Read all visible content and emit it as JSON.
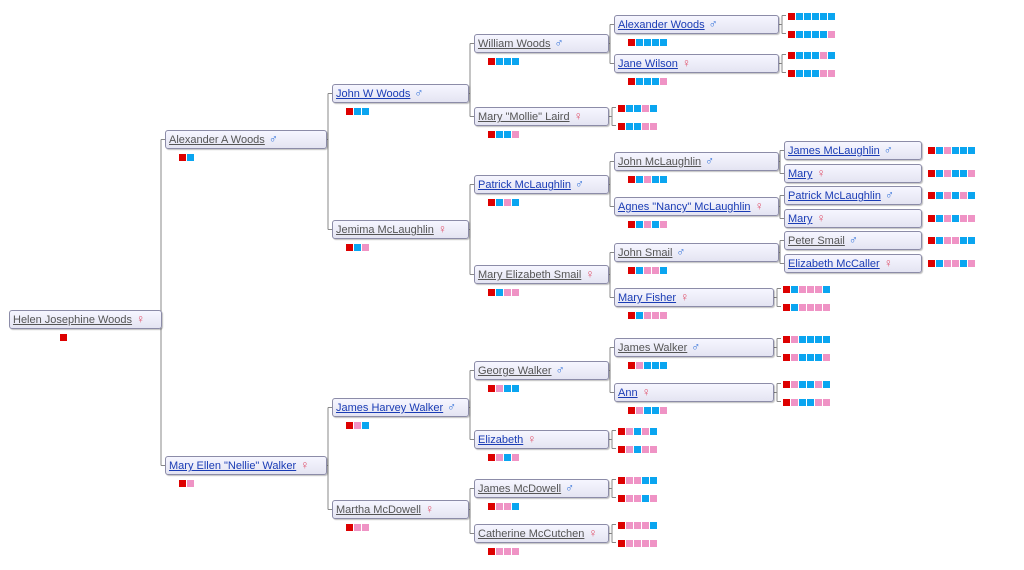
{
  "colors": {
    "red": "#dd0000",
    "blue": "#0aa5f0",
    "pink": "#ef93c5",
    "line": "#888888"
  },
  "persons": [
    {
      "id": "p0",
      "name": "Helen Josephine Woods",
      "sex": "female",
      "style": "dead",
      "squares": [
        "red"
      ]
    },
    {
      "id": "p1",
      "name": "Alexander A Woods",
      "sex": "male",
      "style": "dead",
      "squares": [
        "red",
        "blue"
      ]
    },
    {
      "id": "p2",
      "name": "Mary Ellen \"Nellie\" Walker",
      "sex": "female",
      "style": "live",
      "squares": [
        "red",
        "pink"
      ]
    },
    {
      "id": "p3",
      "name": "John W Woods",
      "sex": "male",
      "style": "live",
      "squares": [
        "red",
        "blue",
        "blue"
      ]
    },
    {
      "id": "p4",
      "name": "Jemima McLaughlin",
      "sex": "female",
      "style": "dead",
      "squares": [
        "red",
        "blue",
        "pink"
      ]
    },
    {
      "id": "p5",
      "name": "James Harvey Walker",
      "sex": "male",
      "style": "live",
      "squares": [
        "red",
        "pink",
        "blue"
      ]
    },
    {
      "id": "p6",
      "name": "Martha McDowell",
      "sex": "female",
      "style": "dead",
      "squares": [
        "red",
        "pink",
        "pink"
      ]
    },
    {
      "id": "p7",
      "name": "William Woods",
      "sex": "male",
      "style": "dead",
      "squares": [
        "red",
        "blue",
        "blue",
        "blue"
      ]
    },
    {
      "id": "p8",
      "name": "Mary \"Mollie\" Laird",
      "sex": "female",
      "style": "dead",
      "squares": [
        "red",
        "blue",
        "blue",
        "pink"
      ]
    },
    {
      "id": "p9",
      "name": "Patrick McLaughlin",
      "sex": "male",
      "style": "live",
      "squares": [
        "red",
        "blue",
        "pink",
        "blue"
      ]
    },
    {
      "id": "p10",
      "name": "Mary Elizabeth Smail",
      "sex": "female",
      "style": "dead",
      "squares": [
        "red",
        "blue",
        "pink",
        "pink"
      ]
    },
    {
      "id": "p11",
      "name": "George Walker",
      "sex": "male",
      "style": "dead",
      "squares": [
        "red",
        "pink",
        "blue",
        "blue"
      ]
    },
    {
      "id": "p12",
      "name": "Elizabeth",
      "sex": "female",
      "style": "live",
      "squares": [
        "red",
        "pink",
        "blue",
        "pink"
      ]
    },
    {
      "id": "p13",
      "name": "James McDowell",
      "sex": "male",
      "style": "dead",
      "squares": [
        "red",
        "pink",
        "pink",
        "blue"
      ]
    },
    {
      "id": "p14",
      "name": "Catherine McCutchen",
      "sex": "female",
      "style": "dead",
      "squares": [
        "red",
        "pink",
        "pink",
        "pink"
      ]
    },
    {
      "id": "p15",
      "name": "Alexander Woods",
      "sex": "male",
      "style": "live",
      "squares": [
        "red",
        "blue",
        "blue",
        "blue",
        "blue"
      ]
    },
    {
      "id": "p16",
      "name": "Jane Wilson",
      "sex": "female",
      "style": "live",
      "squares": [
        "red",
        "blue",
        "blue",
        "blue",
        "pink"
      ]
    },
    {
      "id": "p17",
      "name": "John McLaughlin",
      "sex": "male",
      "style": "dead",
      "squares": [
        "red",
        "blue",
        "pink",
        "blue",
        "blue"
      ]
    },
    {
      "id": "p18",
      "name": "Agnes \"Nancy\" McLaughlin",
      "sex": "female",
      "style": "live",
      "squares": [
        "red",
        "blue",
        "pink",
        "blue",
        "pink"
      ]
    },
    {
      "id": "p19",
      "name": "John Smail",
      "sex": "male",
      "style": "dead",
      "squares": [
        "red",
        "blue",
        "pink",
        "pink",
        "blue"
      ]
    },
    {
      "id": "p20",
      "name": "Mary Fisher",
      "sex": "female",
      "style": "live",
      "squares": [
        "red",
        "blue",
        "pink",
        "pink",
        "pink"
      ]
    },
    {
      "id": "p21",
      "name": "James Walker",
      "sex": "male",
      "style": "dead",
      "squares": [
        "red",
        "pink",
        "blue",
        "blue",
        "blue"
      ]
    },
    {
      "id": "p22",
      "name": "Ann",
      "sex": "female",
      "style": "live",
      "squares": [
        "red",
        "pink",
        "blue",
        "blue",
        "pink"
      ]
    },
    {
      "id": "p23",
      "name": "James McLaughlin",
      "sex": "male",
      "style": "live",
      "squares": [
        "red",
        "blue",
        "pink",
        "blue",
        "blue",
        "blue"
      ]
    },
    {
      "id": "p24",
      "name": "Mary",
      "sex": "female",
      "style": "live",
      "squares": [
        "red",
        "blue",
        "pink",
        "blue",
        "blue",
        "pink"
      ]
    },
    {
      "id": "p25",
      "name": "Patrick McLaughlin",
      "sex": "male",
      "style": "live",
      "squares": [
        "red",
        "blue",
        "pink",
        "blue",
        "pink",
        "blue"
      ]
    },
    {
      "id": "p26",
      "name": "Mary",
      "sex": "female",
      "style": "live",
      "squares": [
        "red",
        "blue",
        "pink",
        "blue",
        "pink",
        "pink"
      ]
    },
    {
      "id": "p27",
      "name": "Peter Smail",
      "sex": "male",
      "style": "dead",
      "squares": [
        "red",
        "blue",
        "pink",
        "pink",
        "blue",
        "blue"
      ]
    },
    {
      "id": "p28",
      "name": "Elizabeth McCaller",
      "sex": "female",
      "style": "live",
      "squares": [
        "red",
        "blue",
        "pink",
        "pink",
        "blue",
        "pink"
      ]
    }
  ],
  "empty_parents": [
    {
      "child": "p15",
      "squares": [
        [
          "red",
          "blue",
          "blue",
          "blue",
          "blue",
          "blue"
        ],
        [
          "red",
          "blue",
          "blue",
          "blue",
          "blue",
          "pink"
        ]
      ]
    },
    {
      "child": "p16",
      "squares": [
        [
          "red",
          "blue",
          "blue",
          "blue",
          "pink",
          "blue"
        ],
        [
          "red",
          "blue",
          "blue",
          "blue",
          "pink",
          "pink"
        ]
      ]
    },
    {
      "child": "p8",
      "squares": [
        [
          "red",
          "blue",
          "blue",
          "pink",
          "blue"
        ],
        [
          "red",
          "blue",
          "blue",
          "pink",
          "pink"
        ]
      ]
    },
    {
      "child": "p20",
      "squares": [
        [
          "red",
          "blue",
          "pink",
          "pink",
          "pink",
          "blue"
        ],
        [
          "red",
          "blue",
          "pink",
          "pink",
          "pink",
          "pink"
        ]
      ]
    },
    {
      "child": "p21",
      "squares": [
        [
          "red",
          "pink",
          "blue",
          "blue",
          "blue",
          "blue"
        ],
        [
          "red",
          "pink",
          "blue",
          "blue",
          "blue",
          "pink"
        ]
      ]
    },
    {
      "child": "p22",
      "squares": [
        [
          "red",
          "pink",
          "blue",
          "blue",
          "pink",
          "blue"
        ],
        [
          "red",
          "pink",
          "blue",
          "blue",
          "pink",
          "pink"
        ]
      ]
    },
    {
      "child": "p12",
      "squares": [
        [
          "red",
          "pink",
          "blue",
          "pink",
          "blue"
        ],
        [
          "red",
          "pink",
          "blue",
          "pink",
          "pink"
        ]
      ]
    },
    {
      "child": "p13",
      "squares": [
        [
          "red",
          "pink",
          "pink",
          "blue",
          "blue"
        ],
        [
          "red",
          "pink",
          "pink",
          "blue",
          "pink"
        ]
      ]
    },
    {
      "child": "p14",
      "squares": [
        [
          "red",
          "pink",
          "pink",
          "pink",
          "blue"
        ],
        [
          "red",
          "pink",
          "pink",
          "pink",
          "pink"
        ]
      ]
    }
  ],
  "parents": {
    "p0": [
      "p1",
      "p2"
    ],
    "p1": [
      "p3",
      "p4"
    ],
    "p2": [
      "p5",
      "p6"
    ],
    "p3": [
      "p7",
      "p8"
    ],
    "p4": [
      "p9",
      "p10"
    ],
    "p5": [
      "p11",
      "p12"
    ],
    "p6": [
      "p13",
      "p14"
    ],
    "p7": [
      "p15",
      "p16"
    ],
    "p9": [
      "p17",
      "p18"
    ],
    "p10": [
      "p19",
      "p20"
    ],
    "p11": [
      "p21",
      "p22"
    ],
    "p17": [
      "p23",
      "p24"
    ],
    "p18": [
      "p25",
      "p26"
    ],
    "p19": [
      "p27",
      "p28"
    ]
  },
  "symbols": {
    "male": "♂",
    "female": "♀"
  }
}
